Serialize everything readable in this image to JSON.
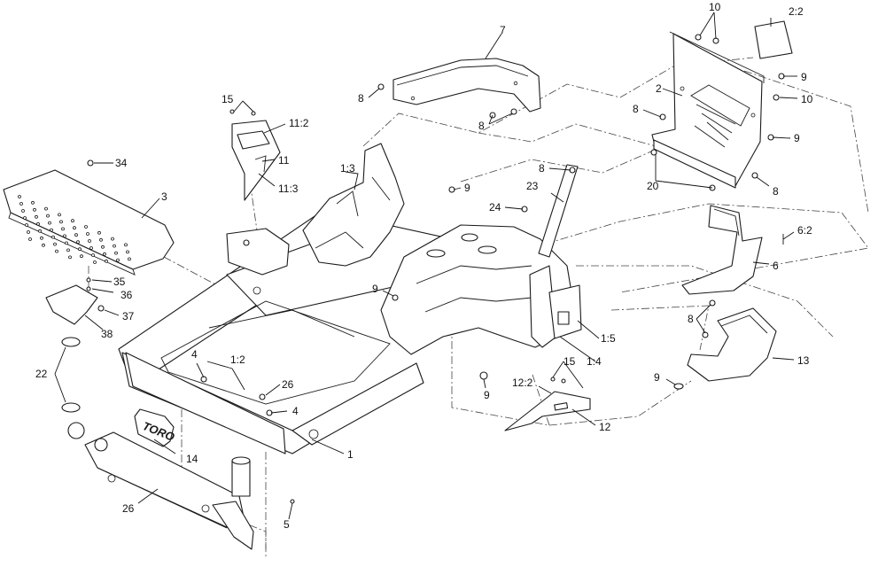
{
  "diagram": {
    "logo_text": "TORO",
    "callouts": {
      "c_7": "7",
      "c_10": "10",
      "c_2_2": "2:2",
      "c_9_a": "9",
      "c_2": "2",
      "c_10_b": "10",
      "c_8_a": "8",
      "c_9_b": "9",
      "c_8_b": "8",
      "c_8_c": "8",
      "c_8_d": "8",
      "c_20": "20",
      "c_8_e": "8",
      "c_15_a": "15",
      "c_11_2": "11:2",
      "c_11": "11",
      "c_11_3": "11:3",
      "c_34": "34",
      "c_3": "3",
      "c_1_3": "1:3",
      "c_9_c": "9",
      "c_23": "23",
      "c_24": "24",
      "c_6_2": "6:2",
      "c_6": "6",
      "c_35": "35",
      "c_36": "36",
      "c_37": "37",
      "c_38": "38",
      "c_9_d": "9",
      "c_8_f": "8",
      "c_1_5": "1:5",
      "c_13": "13",
      "c_1_4": "1:4",
      "c_22": "22",
      "c_4_a": "4",
      "c_1_2": "1:2",
      "c_26_a": "26",
      "c_4_b": "4",
      "c_9_e": "9",
      "c_15_b": "15",
      "c_9_f": "9",
      "c_12_2": "12:2",
      "c_12": "12",
      "c_1": "1",
      "c_14": "14",
      "c_26_b": "26",
      "c_5": "5"
    }
  }
}
